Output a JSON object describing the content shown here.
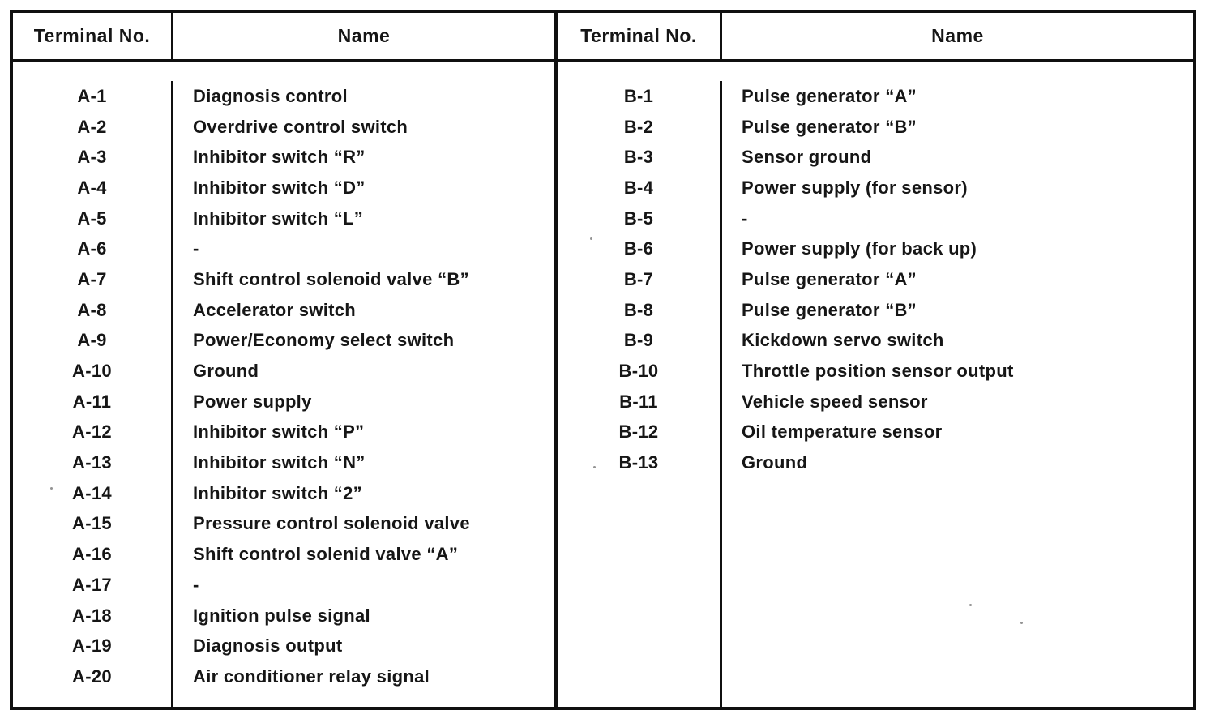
{
  "document": {
    "kind": "scanned-terminal-table",
    "ink_color": "#101010",
    "paper_color": "#ffffff",
    "tables": [
      {
        "id": "connector-a",
        "headers": {
          "terminal": "Terminal No.",
          "name": "Name"
        },
        "rows": [
          {
            "no": "A-1",
            "name": "Diagnosis control"
          },
          {
            "no": "A-2",
            "name": "Overdrive control switch"
          },
          {
            "no": "A-3",
            "name": "Inhibitor switch “R”"
          },
          {
            "no": "A-4",
            "name": "Inhibitor switch “D”"
          },
          {
            "no": "A-5",
            "name": "Inhibitor switch “L”"
          },
          {
            "no": "A-6",
            "name": "-"
          },
          {
            "no": "A-7",
            "name": "Shift control solenoid valve “B”"
          },
          {
            "no": "A-8",
            "name": "Accelerator switch"
          },
          {
            "no": "A-9",
            "name": "Power/Economy select switch"
          },
          {
            "no": "A-10",
            "name": "Ground"
          },
          {
            "no": "A-11",
            "name": "Power supply"
          },
          {
            "no": "A-12",
            "name": "Inhibitor switch “P”"
          },
          {
            "no": "A-13",
            "name": "Inhibitor switch “N”"
          },
          {
            "no": "A-14",
            "name": "Inhibitor switch “2”"
          },
          {
            "no": "A-15",
            "name": "Pressure control solenoid valve"
          },
          {
            "no": "A-16",
            "name": "Shift control solenid valve “A”"
          },
          {
            "no": "A-17",
            "name": "-"
          },
          {
            "no": "A-18",
            "name": "Ignition pulse signal"
          },
          {
            "no": "A-19",
            "name": "Diagnosis output"
          },
          {
            "no": "A-20",
            "name": "Air conditioner relay signal"
          }
        ]
      },
      {
        "id": "connector-b",
        "headers": {
          "terminal": "Terminal No.",
          "name": "Name"
        },
        "rows": [
          {
            "no": "B-1",
            "name": "Pulse generator “A”"
          },
          {
            "no": "B-2",
            "name": "Pulse generator “B”"
          },
          {
            "no": "B-3",
            "name": "Sensor ground"
          },
          {
            "no": "B-4",
            "name": "Power supply (for sensor)"
          },
          {
            "no": "B-5",
            "name": "-"
          },
          {
            "no": "B-6",
            "name": "Power supply (for back up)"
          },
          {
            "no": "B-7",
            "name": "Pulse generator “A”"
          },
          {
            "no": "B-8",
            "name": "Pulse generator “B”"
          },
          {
            "no": "B-9",
            "name": "Kickdown servo switch"
          },
          {
            "no": "B-10",
            "name": "Throttle position sensor output"
          },
          {
            "no": "B-11",
            "name": "Vehicle speed sensor"
          },
          {
            "no": "B-12",
            "name": "Oil temperature sensor"
          },
          {
            "no": "B-13",
            "name": "Ground"
          }
        ]
      }
    ]
  }
}
